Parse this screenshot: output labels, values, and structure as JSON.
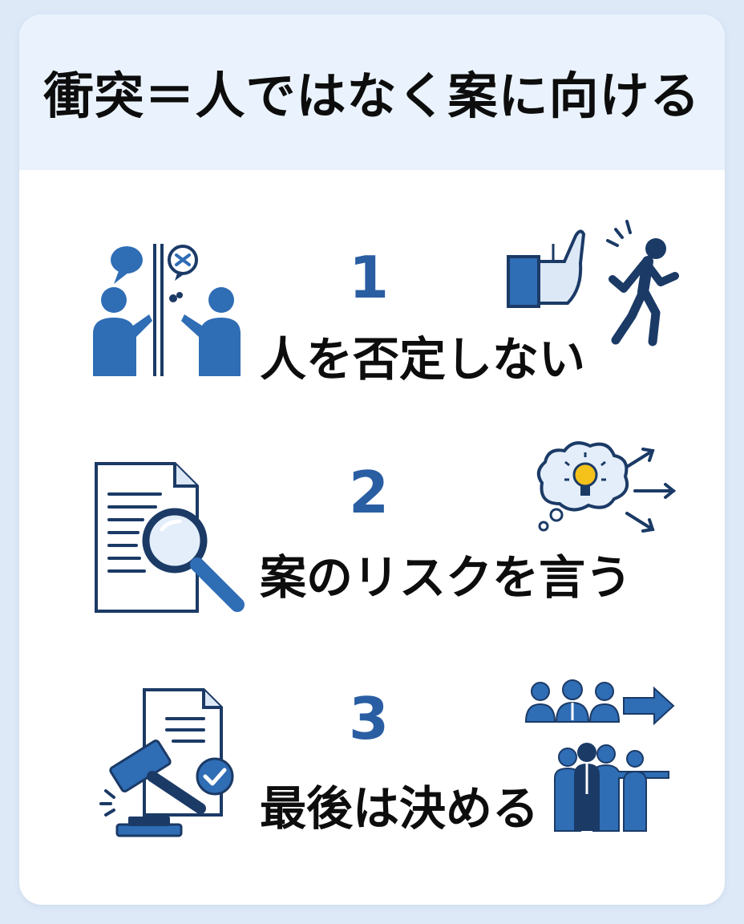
{
  "title": "衝突＝人ではなく案に向ける",
  "items": [
    {
      "number": "1",
      "label": "人を否定しない",
      "left_icon": "two-people-arguing-icon",
      "right_icon": "stop-hand-running-person-icon"
    },
    {
      "number": "2",
      "label": "案のリスクを言う",
      "left_icon": "document-magnifier-icon",
      "right_icon": "idea-bubble-arrows-icon"
    },
    {
      "number": "3",
      "label": "最後は決める",
      "left_icon": "gavel-approved-document-icon",
      "right_icon": "team-direction-icon"
    }
  ],
  "colors": {
    "accent": "#2a5ea3",
    "dark_navy": "#1b3a66",
    "header_bg": "#eaf3fd",
    "page_bg": "#dde9f7"
  }
}
